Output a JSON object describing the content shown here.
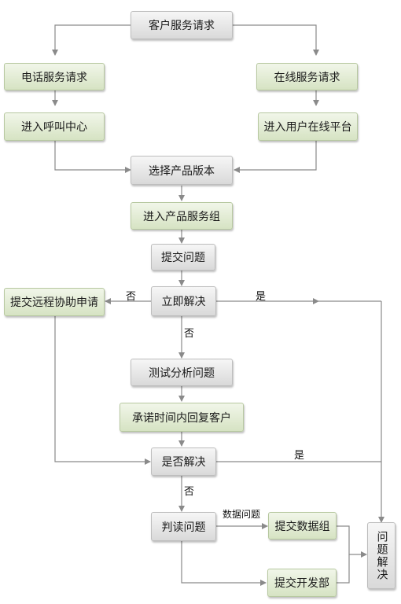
{
  "nodes": {
    "customer_request": "客户服务请求",
    "phone_request": "电话服务请求",
    "online_request": "在线服务请求",
    "call_center": "进入呼叫中心",
    "user_online_platform": "进入用户在线平台",
    "select_version": "选择产品版本",
    "service_group": "进入产品服务组",
    "submit_issue": "提交问题",
    "resolve_now": "立即解决",
    "remote_assist": "提交远程协助申请",
    "test_analyze": "测试分析问题",
    "promise_reply": "承诺时间内回复客户",
    "resolved_check": "是否解决",
    "judge_issue": "判读问题",
    "submit_data_group": "提交数据组",
    "submit_dev_dept": "提交开发部",
    "issue_resolved": "问题解决"
  },
  "labels": {
    "no_1": "否",
    "yes_1": "是",
    "no_2": "否",
    "yes_2": "是",
    "no_3": "否",
    "data_issue": "数据问题"
  },
  "colors": {
    "line": "#8a8a8a",
    "gray_fill": "#e6e6e6",
    "green_fill": "#e1ebd2"
  }
}
